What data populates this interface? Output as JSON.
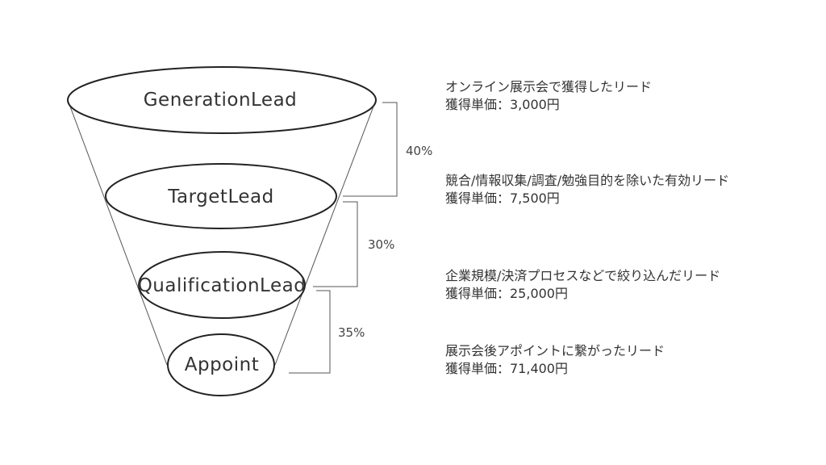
{
  "stages": [
    {
      "name": "GenerationLead",
      "description": "オンライン展示会で獲得したリード",
      "cost": "獲得単価：3,000円"
    },
    {
      "name": "TargetLead",
      "description": "競合/情報収集/調査/勉強目的を除いた有効リード",
      "cost": "獲得単価：7,500円"
    },
    {
      "name": "QualificationLead",
      "description": "企業規模/決済プロセスなどで絞り込んだリード",
      "cost": "獲得単価：25,000円"
    },
    {
      "name": "Appoint",
      "description": "展示会後アポイントに繋がったリード",
      "cost": "獲得単価：71,400円"
    }
  ],
  "conversion_rates": [
    "40%",
    "30%",
    "35%"
  ]
}
